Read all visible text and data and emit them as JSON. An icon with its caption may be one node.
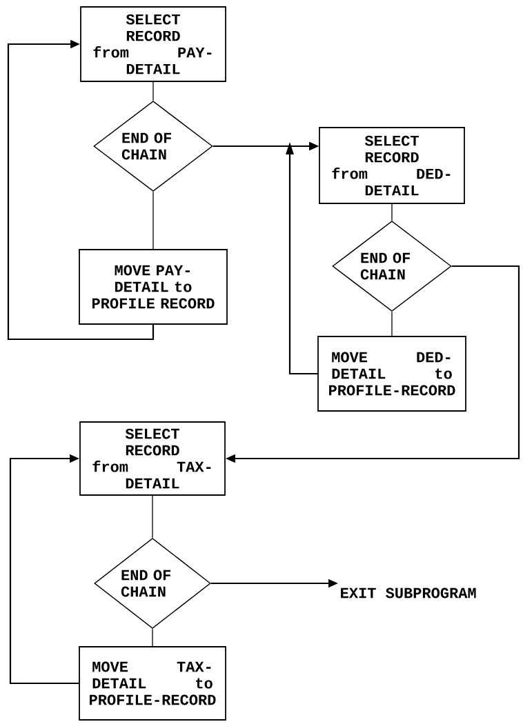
{
  "diagram": {
    "nodes": [
      {
        "text": [
          "SELECT RECORD from PAY-DETAIL"
        ]
      },
      {
        "text": [
          "END OF CHAIN"
        ]
      },
      {
        "text": [
          "MOVE PAY-DETAIL to PROFILE RECORD"
        ]
      },
      {
        "text": [
          "SELECT RECORD from DED-DETAIL"
        ]
      },
      {
        "text": [
          "END OF CHAIN"
        ]
      },
      {
        "text": [
          "MOVE DED-DETAIL to PROFILE-RECORD"
        ]
      },
      {
        "text": [
          "SELECT RECORD from TAX-DETAIL"
        ]
      },
      {
        "text": [
          "END OF CHAIN"
        ]
      },
      {
        "text": [
          "MOVE TAX-DETAIL to PROFILE-RECORD"
        ]
      },
      {
        "text": [
          "EXIT SUBPROGRAM"
        ]
      }
    ],
    "edges": [
      {
        "from": 0,
        "to": 1,
        "arrow": "none"
      },
      {
        "from": 1,
        "to": 2,
        "arrow": "none"
      },
      {
        "from": 2,
        "to": 0,
        "arrow": "to"
      },
      {
        "from": 1,
        "to": 3,
        "arrow": "to"
      },
      {
        "from": 3,
        "to": 4,
        "arrow": "none"
      },
      {
        "from": 4,
        "to": 5,
        "arrow": "none"
      },
      {
        "from": 5,
        "to": 3,
        "arrow": "to"
      },
      {
        "from": 4,
        "to": 6,
        "arrow": "to"
      },
      {
        "from": 6,
        "to": 7,
        "arrow": "none"
      },
      {
        "from": 7,
        "to": 8,
        "arrow": "none"
      },
      {
        "from": 8,
        "to": 6,
        "arrow": "to"
      },
      {
        "from": 7,
        "to": 9,
        "arrow": "to"
      }
    ]
  }
}
